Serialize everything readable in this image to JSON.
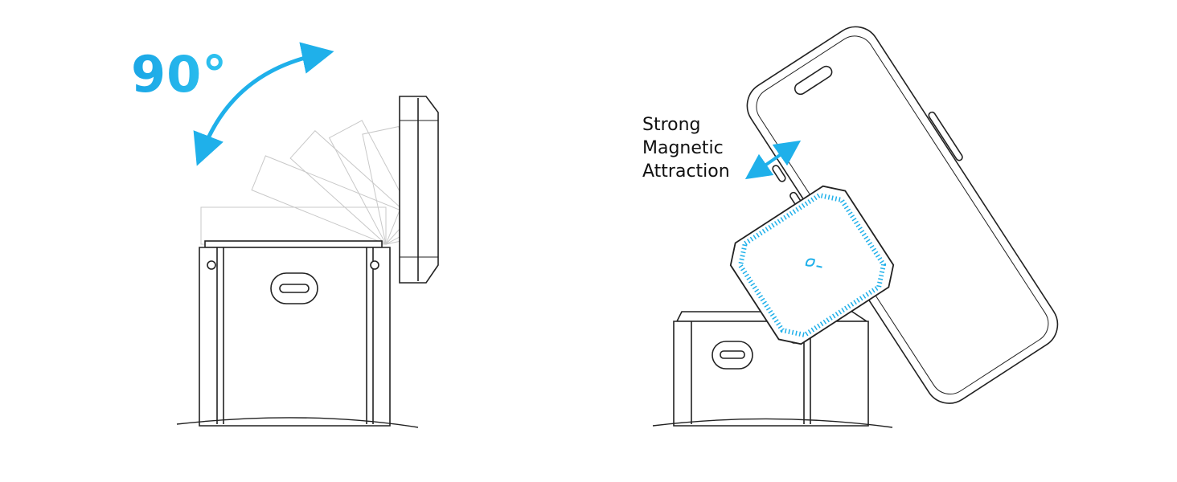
{
  "left_panel": {
    "rotation_label": "90°",
    "accent_color": "#1fb0ea"
  },
  "right_panel": {
    "caption_lines": [
      "Strong",
      "Magnetic",
      "Attraction"
    ],
    "accent_color": "#1fb0ea",
    "logo_icon": "qi-logo"
  }
}
